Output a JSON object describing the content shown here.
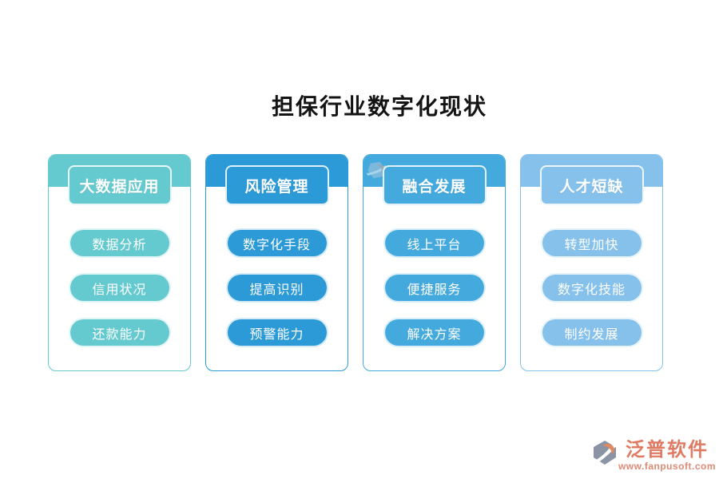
{
  "title": "担保行业数字化现状",
  "columns": [
    {
      "header": "大数据应用",
      "color": "#64CACF",
      "items": [
        "数据分析",
        "信用状况",
        "还款能力"
      ]
    },
    {
      "header": "风险管理",
      "color": "#2B9AD6",
      "items": [
        "数字化手段",
        "提高识别",
        "预警能力"
      ]
    },
    {
      "header": "融合发展",
      "color": "#44A9DD",
      "items": [
        "线上平台",
        "便捷服务",
        "解决方案"
      ]
    },
    {
      "header": "人才短缺",
      "color": "#85C1EB",
      "items": [
        "转型加快",
        "数字化技能",
        "制约发展"
      ]
    }
  ],
  "watermark": {
    "text": "泛普软件",
    "subtext": "www.fanpusoft.com"
  },
  "brand": {
    "name": "泛普软件",
    "url": "www.fanpusoft.com",
    "text_color": "#E07B63",
    "mark_gray": "#8B94A4",
    "mark_orange": "#E08A64"
  },
  "icons": {
    "brand_mark": "fanpu-gem-icon",
    "watermark_mark": "fanpu-gem-icon"
  }
}
